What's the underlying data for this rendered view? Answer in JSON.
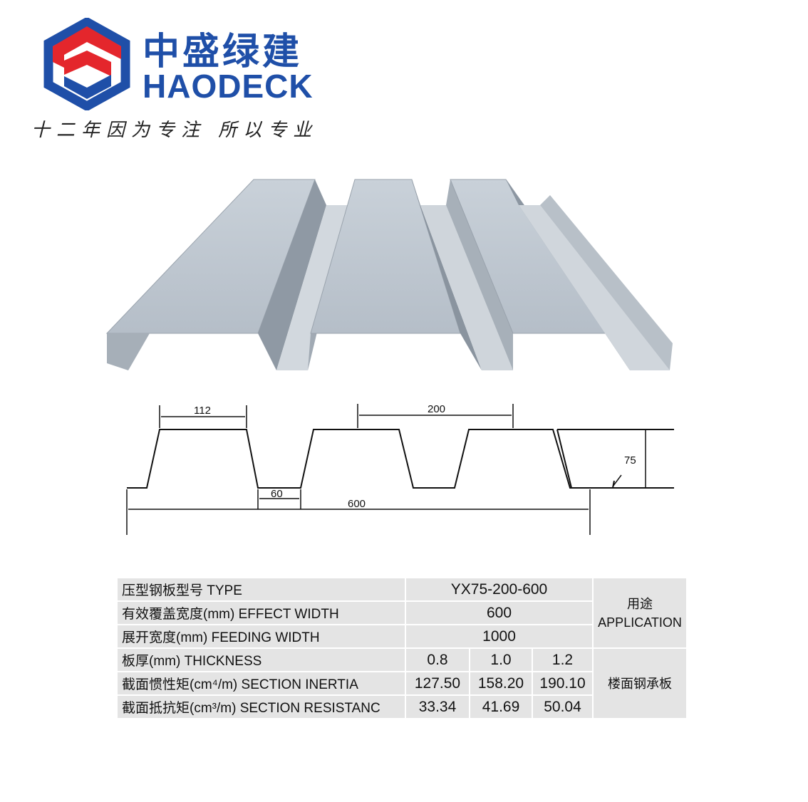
{
  "brand": {
    "name_cn": "中盛绿建",
    "name_en": "HAODECK",
    "slogan": "十二年因为专注 所以专业",
    "colors": {
      "red": "#e4262c",
      "blue": "#1f4fa8"
    }
  },
  "profile": {
    "dim_top_flange": "112",
    "dim_pitch": "200",
    "dim_bottom": "60",
    "dim_width": "600",
    "dim_height": "75"
  },
  "spec": {
    "type_label": "压型钢板型号  TYPE",
    "type_value": "YX75-200-600",
    "effect_label": "有效覆盖宽度(mm)  EFFECT WIDTH",
    "effect_value": "600",
    "feeding_label": "展开宽度(mm)  FEEDING WIDTH",
    "feeding_value": "1000",
    "thickness_label": "板厚(mm)  THICKNESS",
    "thickness": [
      "0.8",
      "1.0",
      "1.2"
    ],
    "inertia_label": "截面惯性矩(cm⁴/m)  SECTION INERTIA",
    "inertia": [
      "127.50",
      "158.20",
      "190.10"
    ],
    "resistance_label": "截面抵抗矩(cm³/m)  SECTION RESISTANC",
    "resistance": [
      "33.34",
      "41.69",
      "50.04"
    ],
    "application_cn": "用途",
    "application_en": "APPLICATION",
    "application_value": "楼面钢承板"
  }
}
